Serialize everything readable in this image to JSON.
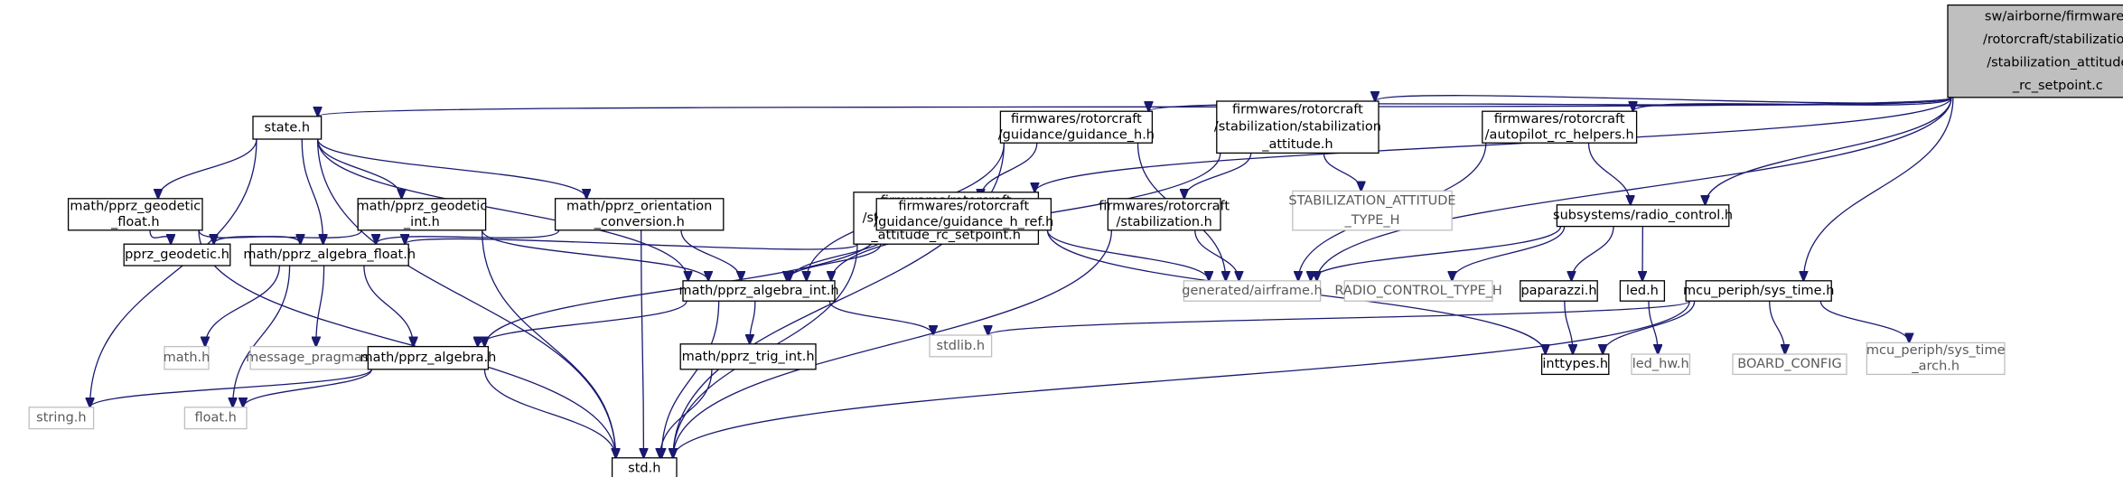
{
  "colors": {
    "edge": "#191970",
    "node_border": "#000000",
    "node_border_external": "#bfbfbf",
    "node_fill": "#ffffff",
    "root_fill": "#bfbfbf",
    "text": "#000000",
    "text_external": "#5a5a5a"
  },
  "nodes": [
    {
      "id": "root",
      "lines": [
        "sw/airborne/firmwares",
        "/rotorcraft/stabilization",
        "/stabilization_attitude",
        "_rc_setpoint.c"
      ],
      "kind": "root"
    },
    {
      "id": "state",
      "lines": [
        "state.h"
      ],
      "kind": "doc"
    },
    {
      "id": "guidance_h",
      "lines": [
        "firmwares/rotorcraft",
        "/guidance/guidance_h.h"
      ],
      "kind": "doc"
    },
    {
      "id": "stab_att",
      "lines": [
        "firmwares/rotorcraft",
        "/stabilization/stabilization",
        "_attitude.h"
      ],
      "kind": "doc"
    },
    {
      "id": "autopilot",
      "lines": [
        "firmwares/rotorcraft",
        "/autopilot_rc_helpers.h"
      ],
      "kind": "doc"
    },
    {
      "id": "geo_float",
      "lines": [
        "math/pprz_geodetic",
        "_float.h"
      ],
      "kind": "doc"
    },
    {
      "id": "geo_int",
      "lines": [
        "math/pprz_geodetic",
        "_int.h"
      ],
      "kind": "doc"
    },
    {
      "id": "orient",
      "lines": [
        "math/pprz_orientation",
        "_conversion.h"
      ],
      "kind": "doc"
    },
    {
      "id": "rc_sp",
      "lines": [
        "firmwares/rotorcraft",
        "/stabilization/stabilization",
        "_attitude_rc_setpoint.h"
      ],
      "kind": "doc"
    },
    {
      "id": "guidance_ref",
      "lines": [
        "firmwares/rotorcraft",
        "/guidance/guidance_h_ref.h"
      ],
      "kind": "doc"
    },
    {
      "id": "stabil",
      "lines": [
        "firmwares/rotorcraft",
        "/stabilization.h"
      ],
      "kind": "doc"
    },
    {
      "id": "stab_type",
      "lines": [
        "STABILIZATION_ATTITUDE",
        "_TYPE_H"
      ],
      "kind": "external"
    },
    {
      "id": "radio",
      "lines": [
        "subsystems/radio_control.h"
      ],
      "kind": "doc"
    },
    {
      "id": "pprz_geo",
      "lines": [
        "pprz_geodetic.h"
      ],
      "kind": "doc"
    },
    {
      "id": "alg_float",
      "lines": [
        "math/pprz_algebra_float.h"
      ],
      "kind": "doc"
    },
    {
      "id": "alg_int",
      "lines": [
        "math/pprz_algebra_int.h"
      ],
      "kind": "doc"
    },
    {
      "id": "airframe",
      "lines": [
        "generated/airframe.h"
      ],
      "kind": "external"
    },
    {
      "id": "rc_type",
      "lines": [
        "RADIO_CONTROL_TYPE_H"
      ],
      "kind": "external"
    },
    {
      "id": "paparazzi",
      "lines": [
        "paparazzi.h"
      ],
      "kind": "doc"
    },
    {
      "id": "led",
      "lines": [
        "led.h"
      ],
      "kind": "doc"
    },
    {
      "id": "sys_time",
      "lines": [
        "mcu_periph/sys_time.h"
      ],
      "kind": "doc"
    },
    {
      "id": "math_h",
      "lines": [
        "math.h"
      ],
      "kind": "external"
    },
    {
      "id": "msg_pragmas",
      "lines": [
        "message_pragmas.h"
      ],
      "kind": "external"
    },
    {
      "id": "alg",
      "lines": [
        "math/pprz_algebra.h"
      ],
      "kind": "doc"
    },
    {
      "id": "trig",
      "lines": [
        "math/pprz_trig_int.h"
      ],
      "kind": "doc"
    },
    {
      "id": "stdlib",
      "lines": [
        "stdlib.h"
      ],
      "kind": "external"
    },
    {
      "id": "inttypes",
      "lines": [
        "inttypes.h"
      ],
      "kind": "doc"
    },
    {
      "id": "led_hw",
      "lines": [
        "led_hw.h"
      ],
      "kind": "external"
    },
    {
      "id": "board",
      "lines": [
        "BOARD_CONFIG"
      ],
      "kind": "external"
    },
    {
      "id": "sys_arch",
      "lines": [
        "mcu_periph/sys_time",
        "_arch.h"
      ],
      "kind": "external"
    },
    {
      "id": "string_h",
      "lines": [
        "string.h"
      ],
      "kind": "external"
    },
    {
      "id": "float_h",
      "lines": [
        "float.h"
      ],
      "kind": "external"
    },
    {
      "id": "std_h",
      "lines": [
        "std.h"
      ],
      "kind": "doc"
    }
  ],
  "edges": [
    [
      "root",
      "state"
    ],
    [
      "root",
      "rc_sp"
    ],
    [
      "root",
      "guidance_h"
    ],
    [
      "root",
      "stab_att"
    ],
    [
      "root",
      "airframe"
    ],
    [
      "root",
      "autopilot"
    ],
    [
      "root",
      "radio"
    ],
    [
      "root",
      "sys_time"
    ],
    [
      "state",
      "geo_float"
    ],
    [
      "state",
      "geo_int"
    ],
    [
      "state",
      "orient"
    ],
    [
      "state",
      "alg_float"
    ],
    [
      "state",
      "alg_int"
    ],
    [
      "state",
      "std_h"
    ],
    [
      "state",
      "string_h"
    ],
    [
      "geo_float",
      "pprz_geo"
    ],
    [
      "geo_float",
      "alg_float"
    ],
    [
      "geo_float",
      "std_h"
    ],
    [
      "geo_int",
      "pprz_geo"
    ],
    [
      "geo_int",
      "alg_int"
    ],
    [
      "geo_int",
      "std_h"
    ],
    [
      "orient",
      "alg_float"
    ],
    [
      "orient",
      "alg_int"
    ],
    [
      "orient",
      "std_h"
    ],
    [
      "rc_sp",
      "alg_float"
    ],
    [
      "rc_sp",
      "alg_int"
    ],
    [
      "rc_sp",
      "std_h"
    ],
    [
      "guidance_h",
      "alg_int"
    ],
    [
      "guidance_h",
      "guidance_ref"
    ],
    [
      "guidance_h",
      "airframe"
    ],
    [
      "guidance_h",
      "std_h"
    ],
    [
      "stab_att",
      "alg_int"
    ],
    [
      "stab_att",
      "stabil"
    ],
    [
      "stab_att",
      "stab_type"
    ],
    [
      "guidance_ref",
      "alg_int"
    ],
    [
      "guidance_ref",
      "alg"
    ],
    [
      "guidance_ref",
      "airframe"
    ],
    [
      "guidance_ref",
      "inttypes"
    ],
    [
      "stabil",
      "airframe"
    ],
    [
      "stabil",
      "std_h"
    ],
    [
      "autopilot",
      "radio"
    ],
    [
      "autopilot",
      "airframe"
    ],
    [
      "radio",
      "airframe"
    ],
    [
      "radio",
      "rc_type"
    ],
    [
      "radio",
      "paparazzi"
    ],
    [
      "radio",
      "led"
    ],
    [
      "paparazzi",
      "inttypes"
    ],
    [
      "led",
      "led_hw"
    ],
    [
      "sys_time",
      "stdlib"
    ],
    [
      "sys_time",
      "inttypes"
    ],
    [
      "sys_time",
      "board"
    ],
    [
      "sys_time",
      "sys_arch"
    ],
    [
      "sys_time",
      "std_h"
    ],
    [
      "alg_float",
      "math_h"
    ],
    [
      "alg_float",
      "msg_pragmas"
    ],
    [
      "alg_float",
      "alg"
    ],
    [
      "alg_float",
      "float_h"
    ],
    [
      "alg_int",
      "alg"
    ],
    [
      "alg_int",
      "trig"
    ],
    [
      "alg_int",
      "stdlib"
    ],
    [
      "alg_int",
      "std_h"
    ],
    [
      "alg",
      "string_h"
    ],
    [
      "alg",
      "float_h"
    ],
    [
      "alg",
      "std_h"
    ],
    [
      "trig",
      "std_h"
    ]
  ]
}
